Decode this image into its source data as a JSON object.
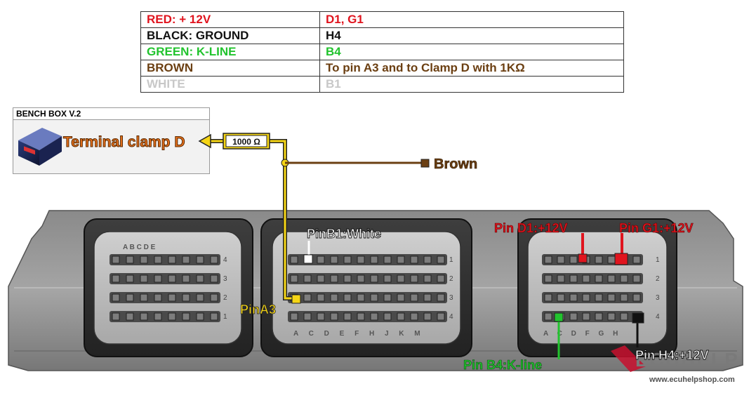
{
  "table": {
    "rows": [
      {
        "wire": "RED: + 12V",
        "pin": "D1, G1",
        "color": "#e0141e"
      },
      {
        "wire": "BLACK: GROUND",
        "pin": "H4",
        "color": "#111111"
      },
      {
        "wire": "GREEN: K-LINE",
        "pin": "B4",
        "color": "#22c32e"
      },
      {
        "wire": "BROWN",
        "pin": "To pin A3  and to Clamp D with 1KΩ",
        "color": "#6b3f12"
      },
      {
        "wire": "WHITE",
        "pin": "B1",
        "color": "#c8c8c8"
      }
    ]
  },
  "bench_box": {
    "title": "BENCH BOX V.2",
    "clamp_label": "Terminal clamp D",
    "resistor_label": "1000 Ω"
  },
  "labels": {
    "brown": "Brown",
    "pin_b1": "PinB1:White",
    "pin_a3": "PinA3",
    "pin_d1": "Pin D1:+12V",
    "pin_g1": "Pin G1:+12V",
    "pin_b4": "Pin B4:K-line",
    "pin_h4": "Pin H4:+12V"
  },
  "connectors": {
    "left_columns": "A B C D E",
    "middle_columns": "A C D E F H J K M",
    "right_columns": "A C D F G H",
    "left_rows": [
      "4",
      "3",
      "2",
      "1"
    ],
    "middle_rows": [
      "1",
      "2",
      "3",
      "4"
    ],
    "right_rows": [
      "1",
      "2",
      "3",
      "4"
    ]
  },
  "watermark": {
    "brand": "ECUHELP",
    "url": "www.ecuhelpshop.com"
  },
  "colors": {
    "red": "#e0141e",
    "green": "#22c32e",
    "brown": "#6b3f12",
    "yellow_wire": "#f5d515",
    "orange_label": "#e8711d"
  }
}
